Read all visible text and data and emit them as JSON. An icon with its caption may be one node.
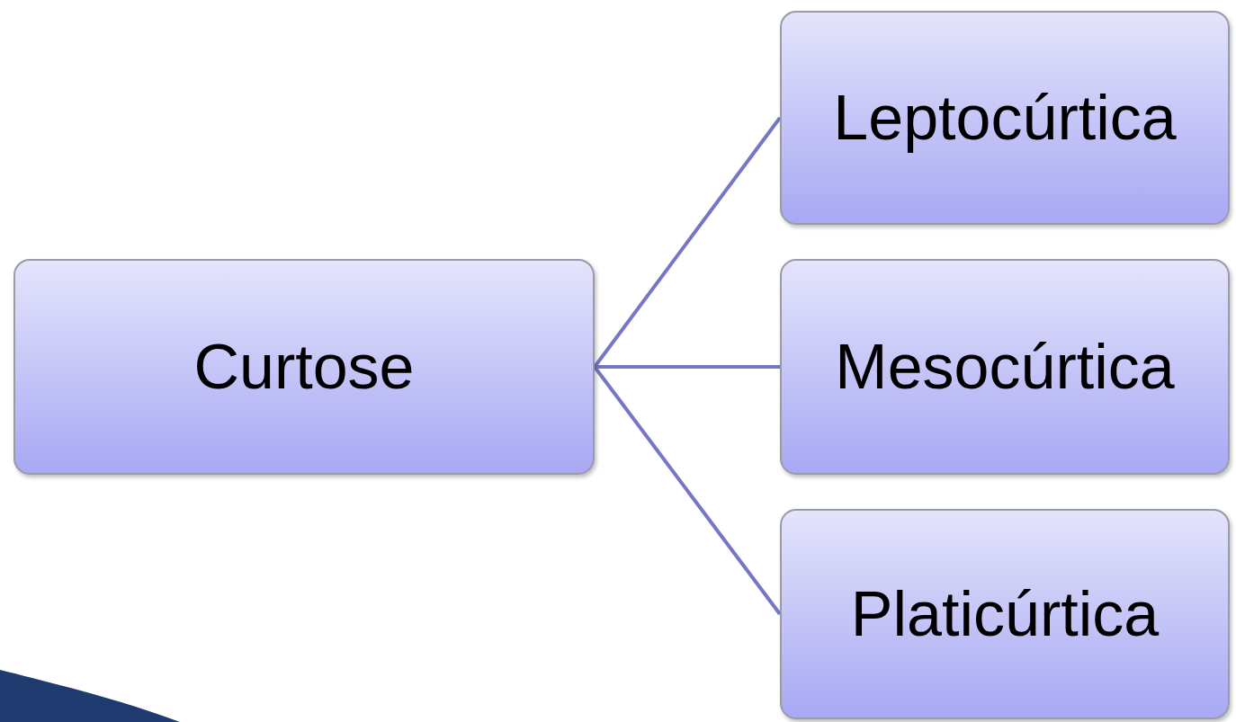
{
  "diagram": {
    "nodes": [
      {
        "text": [
          "Curtose"
        ]
      },
      {
        "text": [
          "Leptocúrtica"
        ]
      },
      {
        "text": [
          "Mesocúrtica"
        ]
      },
      {
        "text": [
          "Platicúrtica"
        ]
      }
    ],
    "edges": [
      {
        "from": 0,
        "to": 1,
        "arrow": "none"
      },
      {
        "from": 0,
        "to": 2,
        "arrow": "none"
      },
      {
        "from": 0,
        "to": 3,
        "arrow": "none"
      }
    ]
  }
}
